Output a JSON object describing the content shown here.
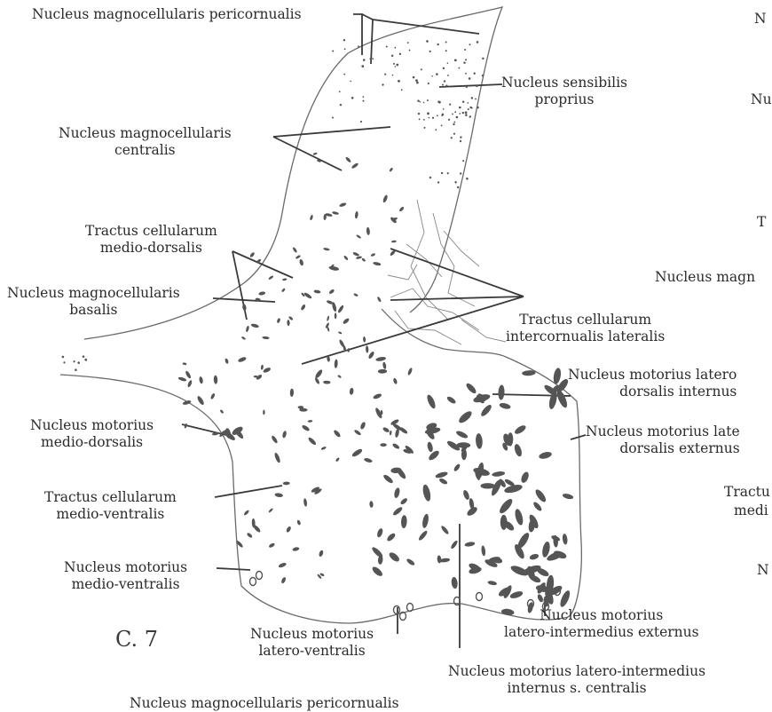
{
  "figure_label": "C. 7",
  "labels": {
    "pericornualis": "Nucleus magnocellularis pericornualis",
    "sensibilis": [
      "Nucleus sensibilis",
      "proprius"
    ],
    "centralis": [
      "Nucleus magnocellularis",
      "centralis"
    ],
    "tractus_md": [
      "Tractus cellularum",
      "medio-dorsalis"
    ],
    "basalis": [
      "Nucleus magnocellularis",
      "basalis"
    ],
    "intercornualis": [
      "Tractus cellularum",
      "intercornualis lateralis"
    ],
    "ld_internus": [
      "Nucleus motorius latero",
      "dorsalis internus"
    ],
    "ld_externus": [
      "Nucleus motorius late",
      "dorsalis externus"
    ],
    "motor_md": [
      "Nucleus motorius",
      "medio-dorsalis"
    ],
    "tractus_mv": [
      "Tractus cellularum",
      "medio-ventralis"
    ],
    "motor_mv": [
      "Nucleus motorius",
      "medio-ventralis"
    ],
    "motor_lv": [
      "Nucleus motorius",
      "latero-ventralis"
    ],
    "li_externus": [
      "Nucleus motorius",
      "latero-intermedius externus"
    ],
    "li_internus": [
      "Nucleus motorius latero-intermedius",
      "internus s. centralis"
    ],
    "bottom_cut": "Nucleus magnocellularis pericornualis"
  },
  "right_cut": [
    "N",
    "Nu",
    "T",
    "Nucleus magn",
    "Tractu",
    "medi",
    "N"
  ],
  "colors": {
    "ink": "#3a3a3a",
    "cell": "#555555",
    "outline": "#666666"
  }
}
